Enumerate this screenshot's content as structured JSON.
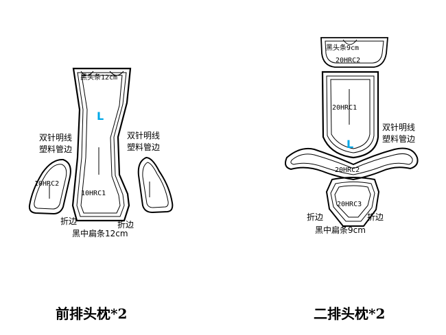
{
  "colors": {
    "line": "#000000",
    "accent": "#00a8e8",
    "background": "#ffffff"
  },
  "left": {
    "title": "前排头枕*2",
    "top_strip": "黑头条12cm",
    "side_note": [
      "双针明线",
      "塑料管边"
    ],
    "side_note_right": [
      "双针明线",
      "塑料管边"
    ],
    "mark": "L",
    "main_code": "10HRC1",
    "side_code": "10HRC2",
    "fold_left": "折边",
    "fold_right": "折边",
    "bottom_strip": "黑中扁条12cm"
  },
  "right": {
    "title": "二排头枕*2",
    "top_strip": "黑头条9cm",
    "top_code": "20HRC2",
    "main_code": "20HRC1",
    "mark": "L",
    "side_note": [
      "双针明线",
      "塑料管边"
    ],
    "band_code": "20HRC2",
    "bottom_code": "20HRC3",
    "fold_left": "折边",
    "fold_right": "折边",
    "bottom_strip": "黑中扁条9cm"
  }
}
